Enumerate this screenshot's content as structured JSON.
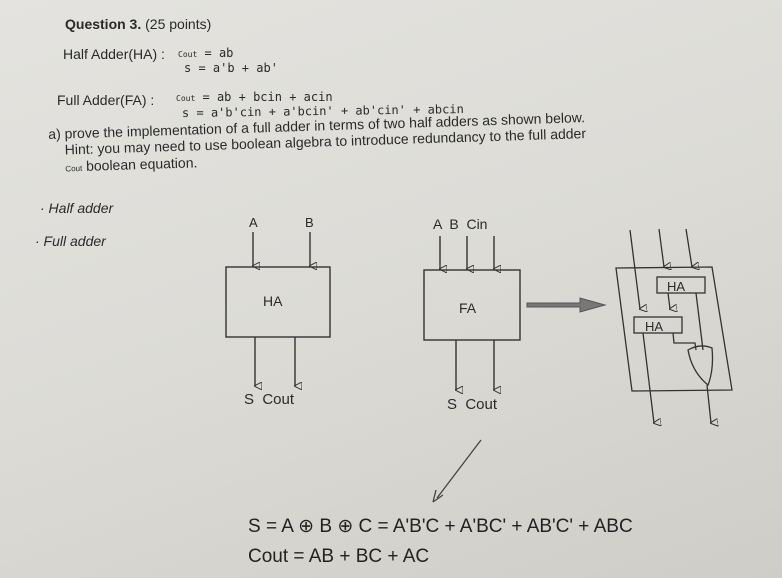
{
  "question": {
    "title": "Question 3.",
    "points": "(25 points)"
  },
  "half_adder": {
    "label": "Half Adder(HA) :",
    "cout_lhs": "Cout",
    "cout_rhs": "=  ab",
    "s_eq": "s  =  a'b  +  ab'"
  },
  "full_adder": {
    "label": "Full Adder(FA) :",
    "cout_lhs": "Cout",
    "cout_rhs": "=  ab  +  bcin  +  acin",
    "s_eq": "s  =  a'b'cin  +  a'bcin'  +  ab'cin'  +  abcin"
  },
  "part_a": {
    "line1": "a) prove the implementation of a full adder in terms of two half adders as shown below.",
    "line2": "Hint: you may need to use boolean algebra to introduce redundancy to the full adder",
    "line3_var": "Cout",
    "line3": "boolean equation."
  },
  "bullets": [
    "· Half adder",
    "· Full adder"
  ],
  "diagram_ha": {
    "in_a": "A",
    "in_b": "B",
    "box": "HA",
    "outputs": "S  Cout"
  },
  "diagram_fa": {
    "inputs": "A  B  Cin",
    "box": "FA",
    "outputs": "S  Cout"
  },
  "diagram_impl": {
    "ha_top": "HA",
    "ha_bottom": "HA"
  },
  "handwritten": {
    "s_eq": "S = A ⊕ B ⊕ C = A'B'C + A'BC' + AB'C' + ABC",
    "cout_eq": "Cout = AB + BC + AC"
  }
}
